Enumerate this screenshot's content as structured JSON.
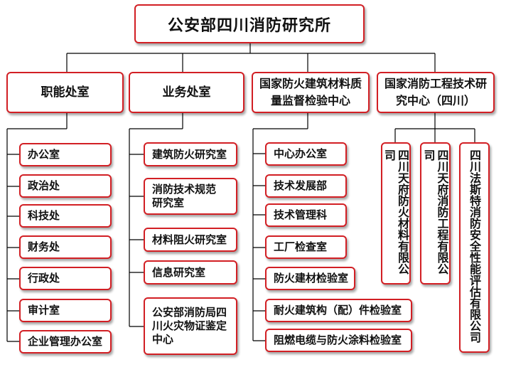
{
  "root": "公安部四川消防研究所",
  "departments": [
    {
      "label": "职能处室",
      "items": [
        "办公室",
        "政治处",
        "科技处",
        "财务处",
        "行政处",
        "审计室",
        "企业管理办公室"
      ]
    },
    {
      "label": "业务处室",
      "items": [
        "建筑防火研究室",
        "消防技术规范研究室",
        "材料阻火研究室",
        "信息研究室",
        "公安部消防局四川火灾物证鉴定中心"
      ]
    },
    {
      "label": "国家防火建筑材料质量监督检验中心",
      "items": [
        "中心办公室",
        "技术发展部",
        "技术管理科",
        "工厂检查室",
        "防火建材检验室",
        "耐火建筑构（配）件检验室",
        "阻燃电缆与防火涂料检验室"
      ]
    },
    {
      "label": "国家消防工程技术研究中心（四川）",
      "items": [
        "四川天府防火材料有限公司",
        "四川天府消防工程有限公司",
        "四川法斯特消防安全性能评估有限公司"
      ]
    }
  ],
  "colors": {
    "border": "#d21f24",
    "line": "#000000"
  }
}
